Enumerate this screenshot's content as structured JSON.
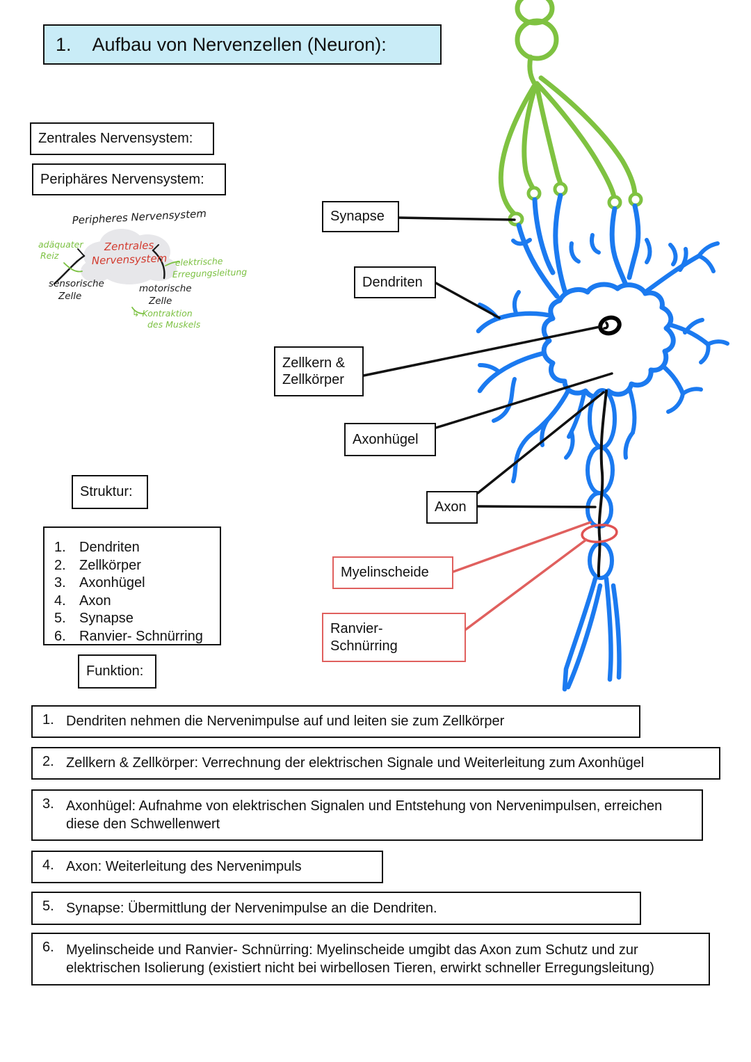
{
  "title": {
    "num": "1.",
    "text": "Aufbau von Nervenzellen (Neuron):"
  },
  "systems": {
    "central": "Zentrales Nervensystem:",
    "peripheral": "Periphäres Nervensystem:"
  },
  "sketch": {
    "top_label": "Peripheres Nervensystem",
    "cloud_line1": "Zentrales",
    "cloud_line2": "Nervensystem",
    "stimulus_line1": "adäquater",
    "stimulus_line2": "Reiz",
    "sensory_line1": "sensorische",
    "sensory_line2": "Zelle",
    "conduction_line1": "elektrische",
    "conduction_line2": "Erregungsleitung",
    "motor_line1": "motorische",
    "motor_line2": "Zelle",
    "muscle_line1": "↳ Kontraktion",
    "muscle_line2": "des Muskels"
  },
  "labels": {
    "synapse": "Synapse",
    "dendrites": "Dendriten",
    "nucleus_line1": "Zellkern &",
    "nucleus_line2": "Zellkörper",
    "axon_hillock": "Axonhügel",
    "axon": "Axon",
    "myelin": "Myelinscheide",
    "ranvier_line1": "Ranvier-",
    "ranvier_line2": "Schnürring"
  },
  "structure": {
    "heading": "Struktur:",
    "items": [
      {
        "num": "1.",
        "label": "Dendriten"
      },
      {
        "num": "2.",
        "label": "Zellkörper"
      },
      {
        "num": "3.",
        "label": "Axonhügel"
      },
      {
        "num": "4.",
        "label": "Axon"
      },
      {
        "num": "5.",
        "label": "Synapse"
      },
      {
        "num": "6.",
        "label": "Ranvier- Schnürring"
      }
    ]
  },
  "functions": {
    "heading": "Funktion:",
    "items": [
      {
        "num": "1.",
        "text": "Dendriten nehmen die Nervenimpulse auf und leiten sie zum Zellkörper"
      },
      {
        "num": "2.",
        "text": "Zellkern & Zellkörper: Verrechnung der elektrischen Signale und Weiterleitung zum Axonhügel"
      },
      {
        "num": "3.",
        "text": "Axonhügel: Aufnahme von elektrischen Signalen und Entstehung von Nervenimpulsen, erreichen diese den Schwellenwert"
      },
      {
        "num": "4.",
        "text": "Axon: Weiterleitung des Nervenimpuls"
      },
      {
        "num": "5.",
        "text": "Synapse: Übermittlung der Nervenimpulse an die Dendriten."
      },
      {
        "num": "6.",
        "text": "Myelinscheide und Ranvier- Schnürring: Myelinscheide umgibt das Axon zum Schutz und zur elektrischen Isolierung (existiert nicht bei wirbellosen Tieren, erwirkt schneller Erregungsleitung)"
      }
    ]
  },
  "colors": {
    "neuron_blue": "#1b7af0",
    "neuron_green": "#7fc241",
    "label_red": "#e0605e",
    "ranvier_marker_red": "#e05252",
    "title_bg": "#c9ecf7",
    "sketch_red": "#d23b2f",
    "sketch_green": "#7cc142",
    "cloud_gray": "#e7e7ea"
  }
}
